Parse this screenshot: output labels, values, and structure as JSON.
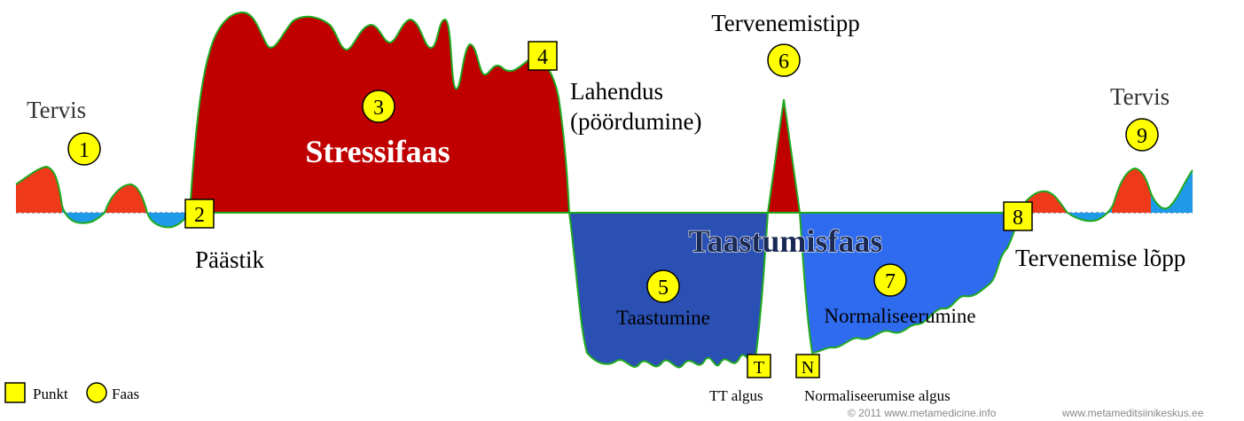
{
  "labels": {
    "tervis_left": "Tervis",
    "tervis_right": "Tervis",
    "paastik": "Päästik",
    "stressifaas": "Stressifaas",
    "lahendus_line1": "Lahendus",
    "lahendus_line2": "(pöördumine)",
    "tervenemistipp": "Tervenemistipp",
    "taastumisfaas": "Taastumisfaas",
    "taastumine": "Taastumine",
    "normaliseerumine": "Normaliseerumine",
    "tervenemise_lopp": "Tervenemise lõpp",
    "tt_algus": "TT algus",
    "normaliseerumise_algus": "Normaliseerumise algus"
  },
  "phase_markers": [
    "1",
    "3",
    "5",
    "6",
    "7",
    "9"
  ],
  "point_markers": [
    "2",
    "4",
    "8"
  ],
  "letter_markers": {
    "t": "T",
    "n": "N"
  },
  "legend": {
    "point_label": "Punkt",
    "phase_label": "Faas"
  },
  "credits": {
    "left": "© 2011 www.metamedicine.info",
    "right": "www.metameditsiinikeskus.ee"
  },
  "colors": {
    "stress_red": "#c00000",
    "recovery_dark_blue": "#2b50b4",
    "recovery_light_blue": "#2f6bef",
    "health_red": "#ee3a1a",
    "health_blue": "#1e9ae8",
    "outline_green": "#1faa20",
    "marker_yellow": "#ffff00"
  }
}
